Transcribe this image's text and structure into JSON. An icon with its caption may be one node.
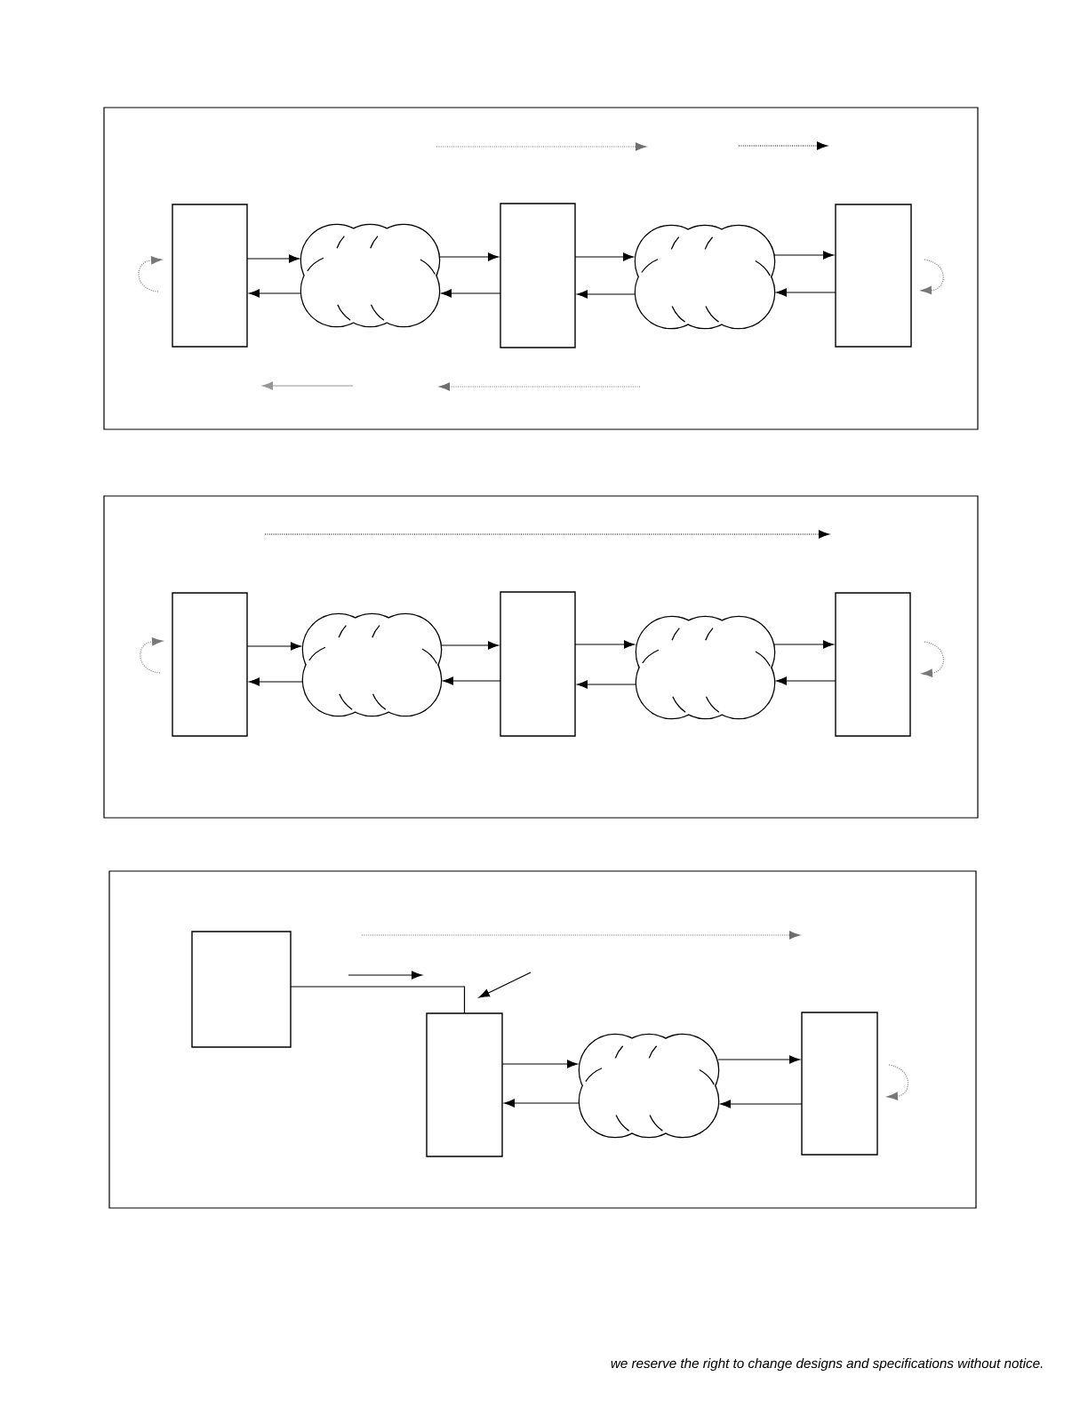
{
  "diagram": {
    "nodes": [
      {
        "text": [],
        "shape": "box"
      },
      {
        "text": [],
        "shape": "box",
        "in": 0
      },
      {
        "text": [],
        "shape": "cloud",
        "in": 0
      },
      {
        "text": [],
        "shape": "box",
        "in": 0
      },
      {
        "text": [],
        "shape": "cloud",
        "in": 0
      },
      {
        "text": [],
        "shape": "box",
        "in": 0
      },
      {
        "text": [],
        "shape": "box"
      },
      {
        "text": [],
        "shape": "box",
        "in": 6
      },
      {
        "text": [],
        "shape": "cloud",
        "in": 6
      },
      {
        "text": [],
        "shape": "box",
        "in": 6
      },
      {
        "text": [],
        "shape": "cloud",
        "in": 6
      },
      {
        "text": [],
        "shape": "box",
        "in": 6
      },
      {
        "text": [],
        "shape": "box"
      },
      {
        "text": [],
        "shape": "box",
        "in": 12
      },
      {
        "text": [],
        "shape": "box",
        "in": 12
      },
      {
        "text": [],
        "shape": "cloud",
        "in": 12
      },
      {
        "text": [],
        "shape": "box",
        "in": 12
      }
    ],
    "edges": [
      {
        "from": 1,
        "to": 2,
        "arrow": "to"
      },
      {
        "from": 2,
        "to": 1,
        "arrow": "to"
      },
      {
        "from": 2,
        "to": 3,
        "arrow": "to"
      },
      {
        "from": 3,
        "to": 2,
        "arrow": "to"
      },
      {
        "from": 3,
        "to": 4,
        "arrow": "to"
      },
      {
        "from": 4,
        "to": 3,
        "arrow": "to"
      },
      {
        "from": 4,
        "to": 5,
        "arrow": "to"
      },
      {
        "from": 5,
        "to": 4,
        "arrow": "to"
      },
      {
        "from": 7,
        "to": 8,
        "arrow": "to"
      },
      {
        "from": 8,
        "to": 7,
        "arrow": "to"
      },
      {
        "from": 8,
        "to": 9,
        "arrow": "to"
      },
      {
        "from": 9,
        "to": 8,
        "arrow": "to"
      },
      {
        "from": 9,
        "to": 10,
        "arrow": "to"
      },
      {
        "from": 10,
        "to": 9,
        "arrow": "to"
      },
      {
        "from": 10,
        "to": 11,
        "arrow": "to"
      },
      {
        "from": 11,
        "to": 10,
        "arrow": "to"
      },
      {
        "from": 13,
        "to": 14,
        "arrow": "none"
      },
      {
        "from": 14,
        "to": 15,
        "arrow": "to"
      },
      {
        "from": 15,
        "to": 14,
        "arrow": "to"
      },
      {
        "from": 15,
        "to": 16,
        "arrow": "to"
      },
      {
        "from": 16,
        "to": 15,
        "arrow": "to"
      }
    ],
    "labels": [
      "we reserve the right to change designs and specifications without notice."
    ]
  }
}
